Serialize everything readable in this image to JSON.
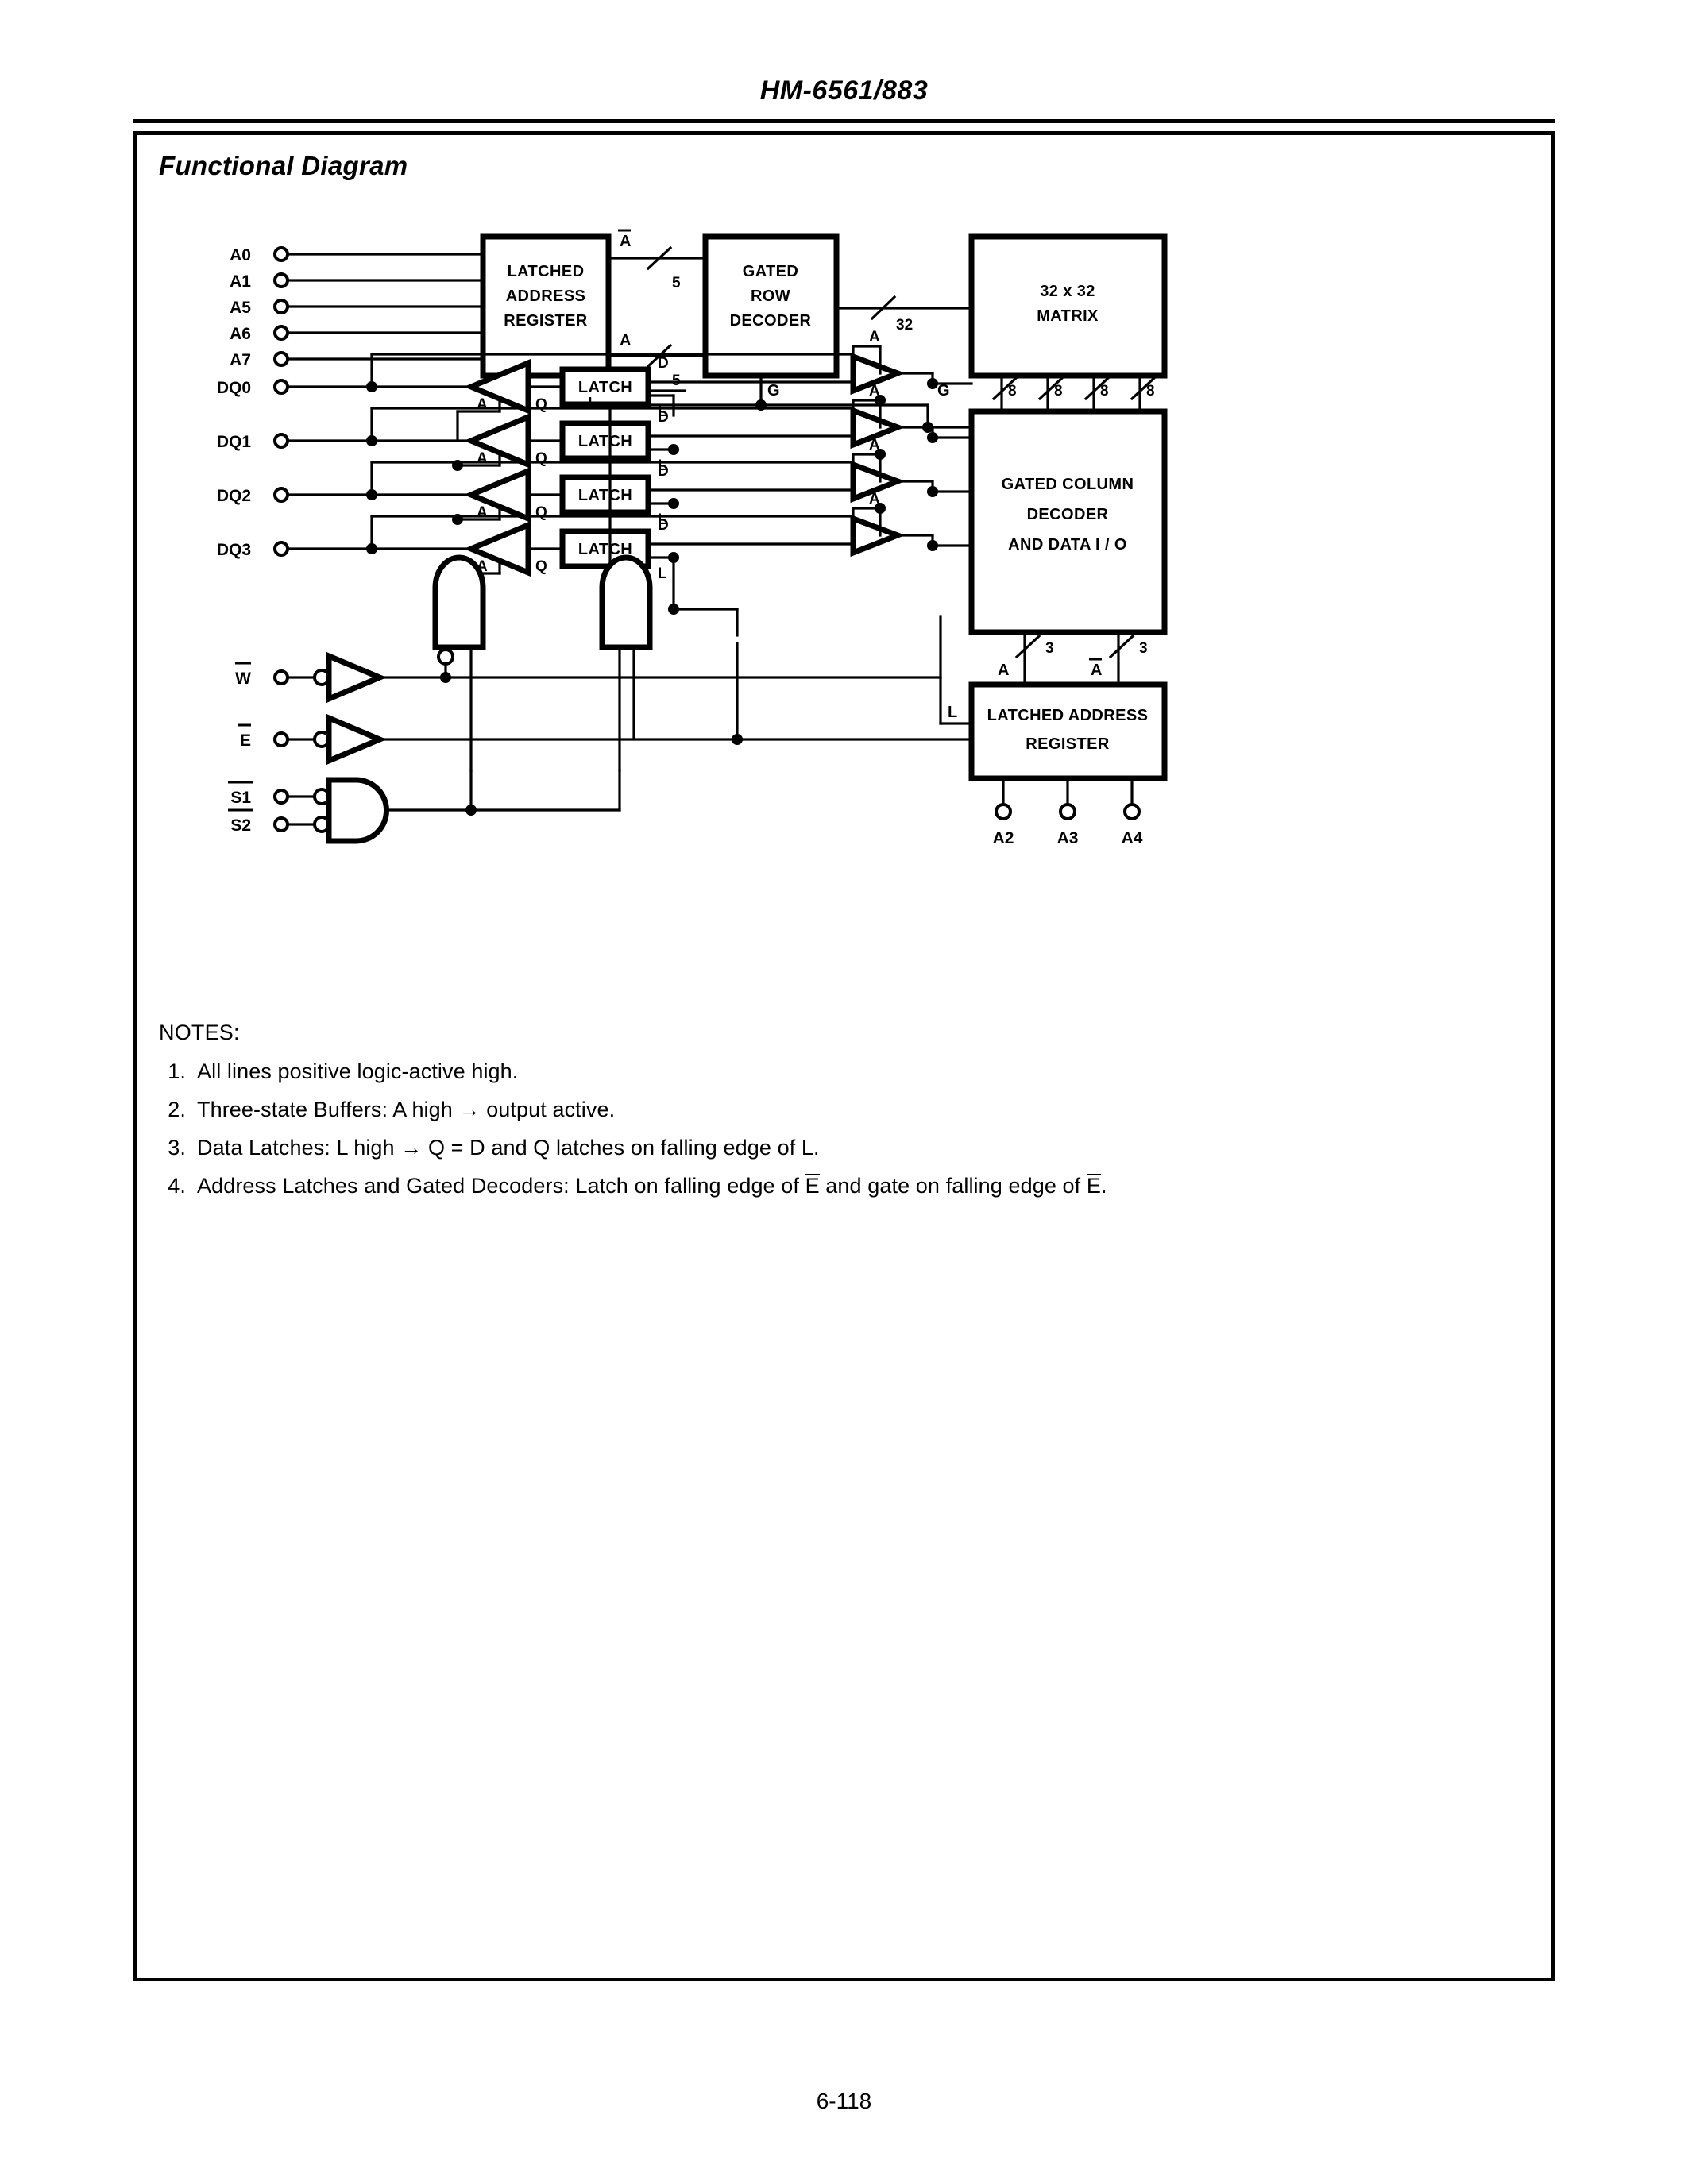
{
  "document": {
    "part_number": "HM-6561/883",
    "page_number": "6-118",
    "section_title": "Functional Diagram"
  },
  "diagram": {
    "blocks": [
      {
        "id": "latched-address-register-top",
        "lines": [
          "LATCHED",
          "ADDRESS",
          "REGISTER"
        ]
      },
      {
        "id": "gated-row-decoder",
        "lines": [
          "GATED",
          "ROW",
          "DECODER"
        ]
      },
      {
        "id": "matrix",
        "lines": [
          "32 x 32",
          "MATRIX"
        ]
      },
      {
        "id": "gated-column-decoder",
        "lines": [
          "GATED COLUMN",
          "DECODER",
          "AND DATA I / O"
        ]
      },
      {
        "id": "latched-address-register-bottom",
        "lines": [
          "LATCHED ADDRESS",
          "REGISTER"
        ]
      }
    ],
    "latch_label": "LATCH",
    "address_inputs": [
      "A0",
      "A1",
      "A5",
      "A6",
      "A7"
    ],
    "data_pins": [
      "DQ0",
      "DQ1",
      "DQ2",
      "DQ3"
    ],
    "address_outputs": [
      "A2",
      "A3",
      "A4"
    ],
    "control_inputs": [
      {
        "label": "W",
        "overbar": true
      },
      {
        "label": "E",
        "overbar": true
      },
      {
        "label": "S1",
        "overbar": true
      },
      {
        "label": "S2",
        "overbar": true
      }
    ],
    "bus_widths": {
      "row_addr_true": "5",
      "row_addr_comp": "5",
      "row_decoder_out": "32",
      "matrix_col": [
        "8",
        "8",
        "8",
        "8"
      ],
      "col_addr_true": "3",
      "col_addr_comp": "3"
    },
    "signal_labels": {
      "a_true": "A",
      "a_comp": "A",
      "latch_enable": "L",
      "gate": "G",
      "buffer_enable": "A",
      "latch_d": "D",
      "latch_q": "Q",
      "latch_l": "L"
    }
  },
  "notes": {
    "heading": "NOTES:",
    "items": [
      {
        "num": "1.",
        "text": "All lines positive logic-active high."
      },
      {
        "num": "2.",
        "text": "Three-state Buffers: A high → output active."
      },
      {
        "num": "3.",
        "text": "Data Latches: L high → Q = D and Q latches on falling edge of L."
      },
      {
        "num": "4.",
        "text_parts": [
          "Address Latches and Gated Decoders: Latch on falling edge of ",
          "E",
          " and gate on falling edge of ",
          "E",
          "."
        ]
      }
    ]
  }
}
